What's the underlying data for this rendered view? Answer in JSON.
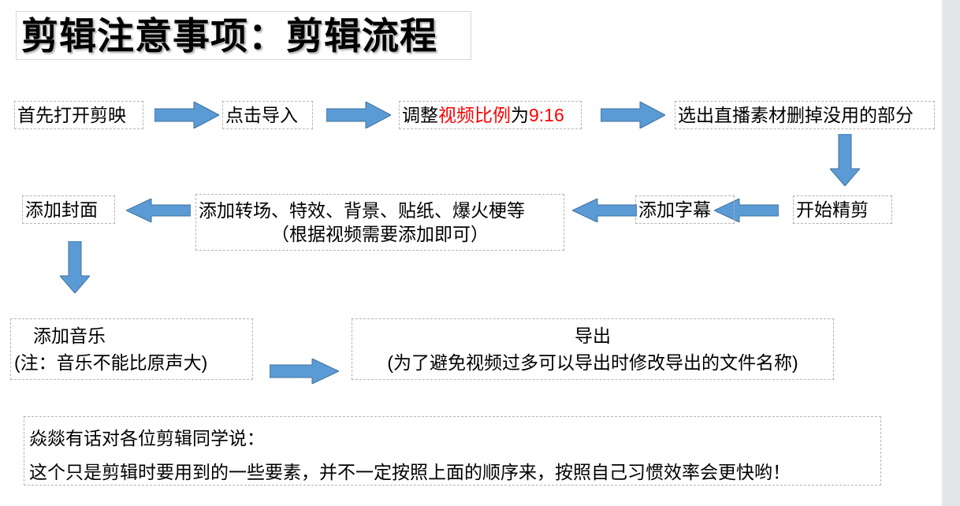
{
  "slide": {
    "title": "剪辑注意事项：剪辑流程",
    "background_color": "#ffffff",
    "accent_color": "#5B9BD5",
    "accent_border_color": "#41719C",
    "highlight_color": "#ff0000",
    "box_border_color": "#b4b4b4"
  },
  "flow": {
    "row1": {
      "step1": "首先打开剪映",
      "step2": "点击导入",
      "step3": {
        "part1": "调整",
        "part2_red": "视频比例",
        "part3": "为",
        "part4_red": "9:16"
      },
      "step4": "选出直播素材删掉没用的部分"
    },
    "row2": {
      "step5": "开始精剪",
      "step6": "添加字幕",
      "step7_line1": "添加转场、特效、背景、贴纸、爆火梗等",
      "step7_line2": "（根据视频需要添加即可）",
      "step8": "添加封面"
    },
    "row3": {
      "step9_line1": "添加音乐",
      "step9_line2": "(注：音乐不能比原声大)",
      "step10_line1": "导出",
      "step10_line2": "(为了避免视频过多可以导出时修改导出的文件名称)"
    }
  },
  "note": {
    "line1": "焱燚有话对各位剪辑同学说：",
    "line2": "这个只是剪辑时要用到的一些要素，并不一定按照上面的顺序来，按照自己习惯效率会更快哟！"
  },
  "icons": {
    "arrow_right": "arrow-right-icon",
    "arrow_left": "arrow-left-icon",
    "arrow_down": "arrow-down-icon"
  }
}
